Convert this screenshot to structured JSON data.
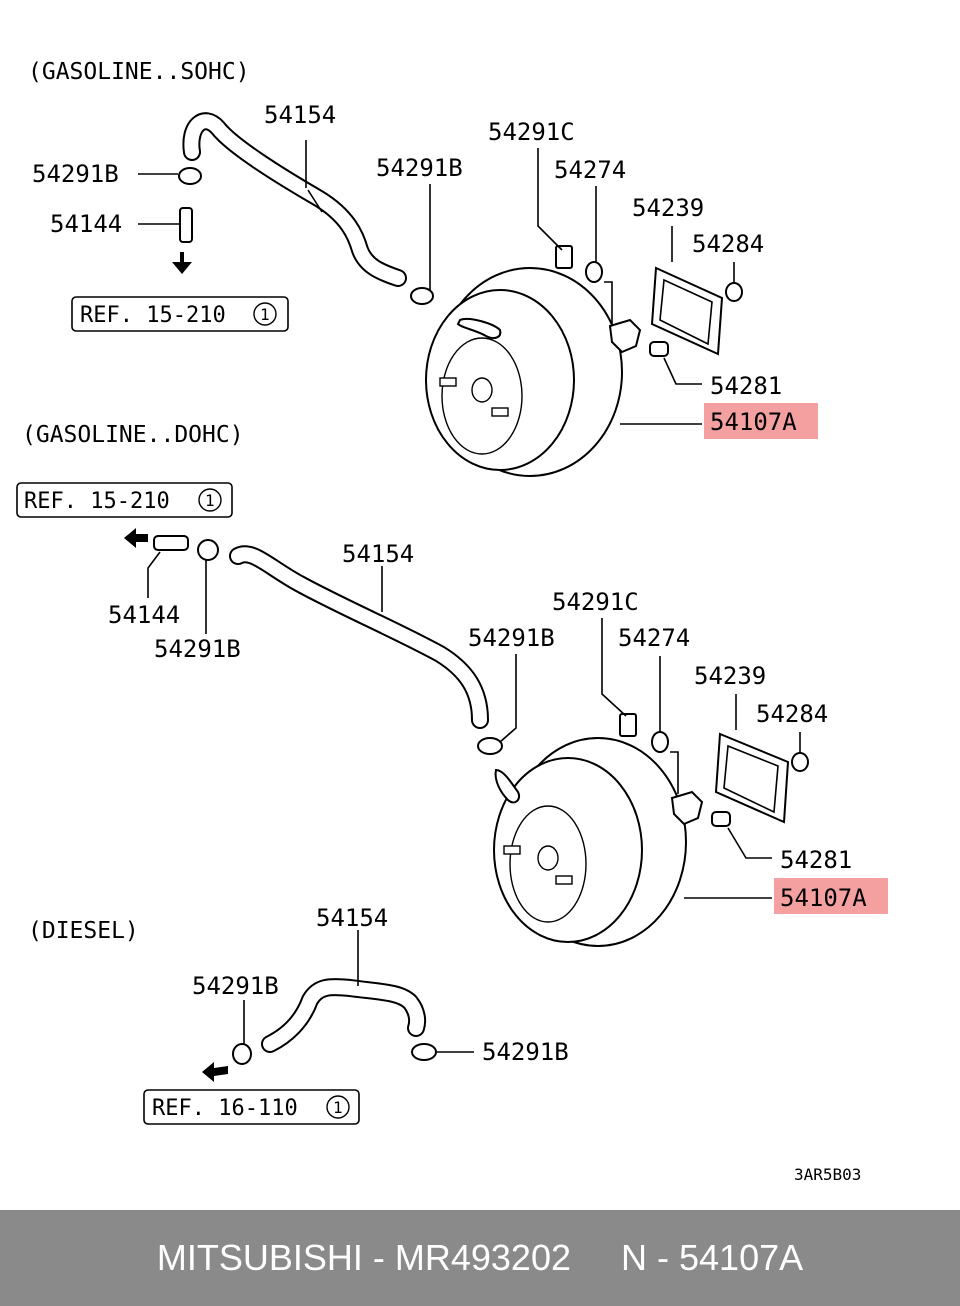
{
  "sections": {
    "sohc": "(GASOLINE..SOHC)",
    "dohc": "(GASOLINE..DOHC)",
    "diesel": "(DIESEL)"
  },
  "sohc": {
    "hose": "54154",
    "clamp_left": "54291B",
    "fitting": "54144",
    "ref": "REF. 15-210",
    "ref_circle": "1",
    "clamp_right": "54291B",
    "clip": "54291C",
    "washer": "54274",
    "gasket": "54239",
    "nut": "54284",
    "pin": "54281",
    "booster": "54107A"
  },
  "dohc": {
    "ref": "REF. 15-210",
    "ref_circle": "1",
    "hose": "54154",
    "fitting": "54144",
    "clamp_left": "54291B",
    "clamp_right": "54291B",
    "clip": "54291C",
    "washer": "54274",
    "gasket": "54239",
    "nut": "54284",
    "pin": "54281",
    "booster": "54107A"
  },
  "diesel": {
    "hose": "54154",
    "clamp_left": "54291B",
    "clamp_right": "54291B",
    "ref": "REF. 16-110",
    "ref_circle": "1"
  },
  "drawing_code": "3AR5B03",
  "footer": {
    "text": "MITSUBISHI - MR493202     N - 54107A"
  },
  "colors": {
    "highlight": "#f4a0a0",
    "footer_bg": "#8a8a8a",
    "footer_text": "#ffffff"
  }
}
